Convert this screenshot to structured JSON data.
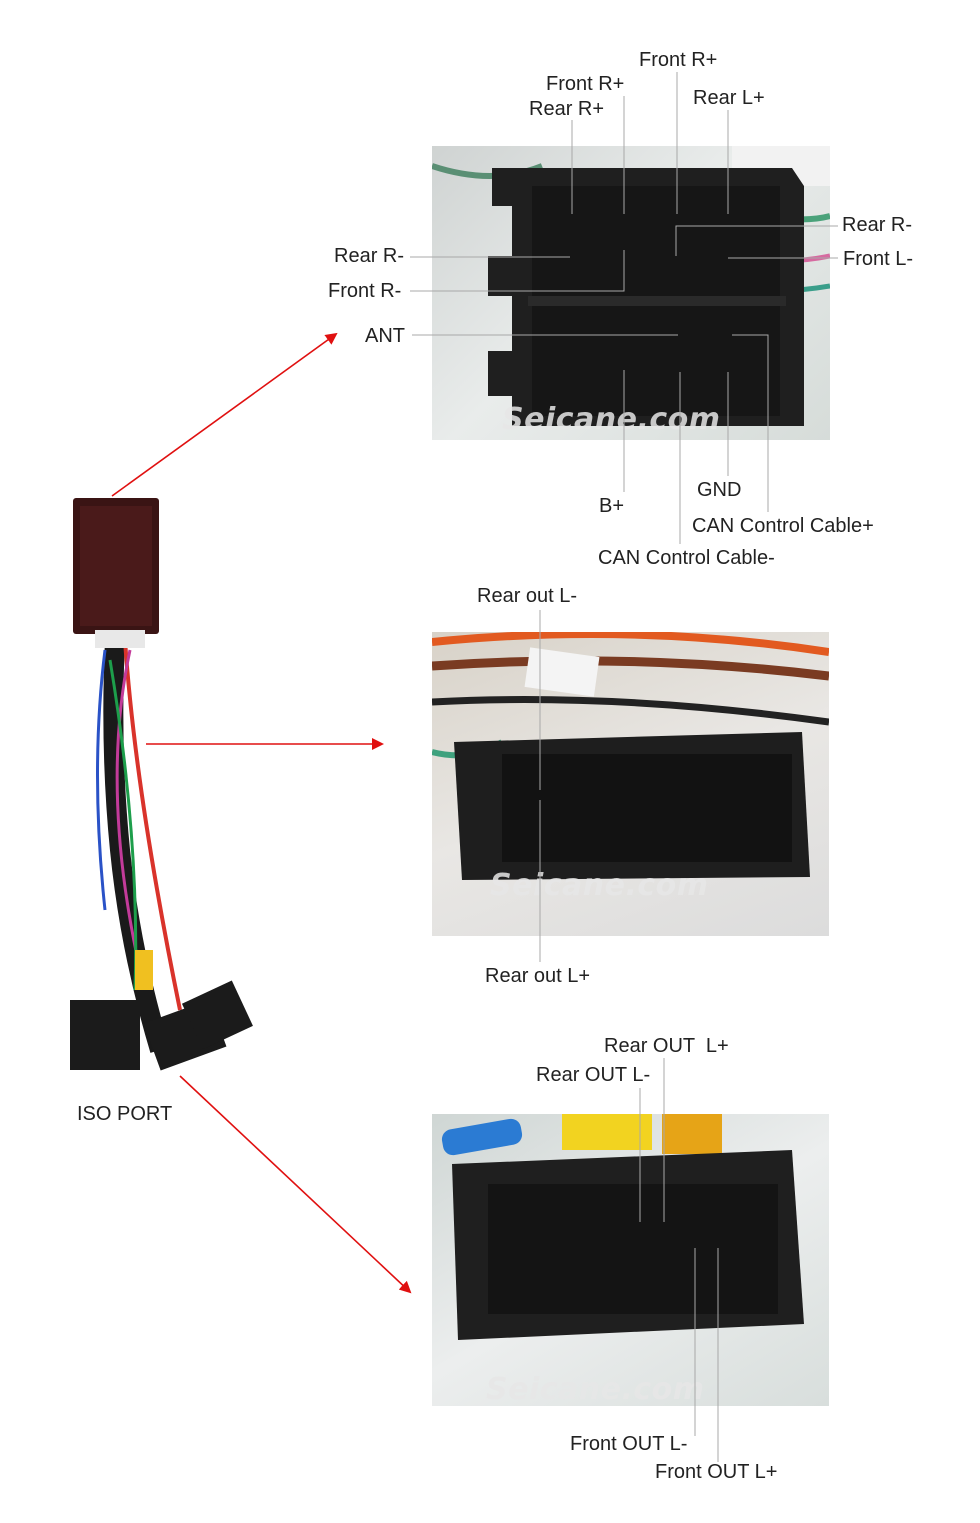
{
  "watermark": "Seicane.com",
  "module_label": "ISO PORT",
  "colors": {
    "arrow": "#e01010",
    "leader": "#999999",
    "connector": "#1c1c1c"
  },
  "connector1": {
    "labels": {
      "front_r_plus_top": "Front R+",
      "front_r_plus": "Front R+",
      "rear_r_plus": "Rear R+",
      "rear_l_plus": "Rear L+",
      "rear_r_minus_right": "Rear R-",
      "front_l_minus": "Front L-",
      "rear_r_minus_left": "Rear R-",
      "front_r_minus": "Front R-",
      "ant": "ANT",
      "b_plus": "B+",
      "gnd": "GND",
      "can_plus": "CAN Control Cable+",
      "can_minus": "CAN Control Cable-"
    }
  },
  "connector2": {
    "labels": {
      "rear_out_l_minus": "Rear out L-",
      "rear_out_l_plus": "Rear out L+"
    }
  },
  "connector3": {
    "labels": {
      "rear_out_l_plus": "Rear OUT  L+",
      "rear_out_l_minus": "Rear OUT L-",
      "front_out_l_minus": "Front OUT L-",
      "front_out_l_plus": "Front OUT L+"
    }
  }
}
